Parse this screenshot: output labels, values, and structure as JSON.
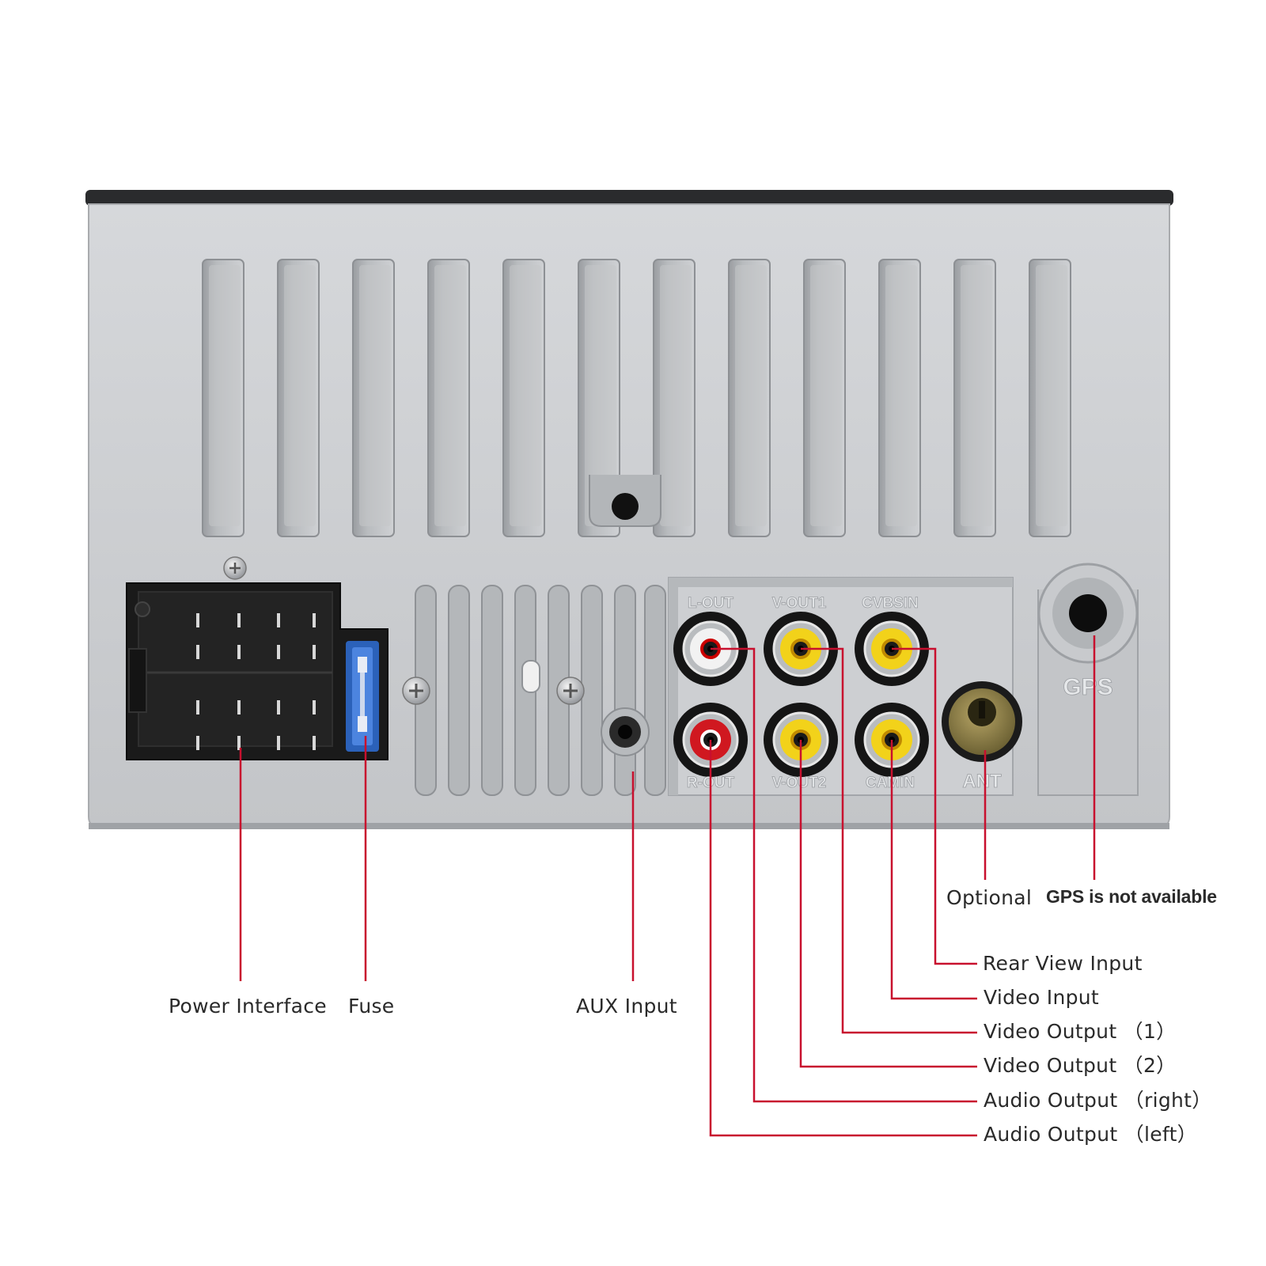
{
  "panel_markings": {
    "l_out": "L-OUT",
    "v_out1": "V-OUT1",
    "cvbs_in": "CVBSIN",
    "r_out": "R-OUT",
    "v_out2": "V-OUT2",
    "cam_in": "CAMIN",
    "ant": "ANT",
    "gps": "GPS"
  },
  "callouts": {
    "power_interface": "Power Interface",
    "fuse": "Fuse",
    "aux_input": "AUX Input",
    "optional": "Optional",
    "gps_not_available": "GPS is not available",
    "rear_view_input": "Rear View Input",
    "video_input": "Video Input",
    "video_output_1": "Video Output （1）",
    "video_output_2": "Video Output （2）",
    "audio_output_right": "Audio Output （right）",
    "audio_output_left": "Audio Output （left）"
  },
  "colors": {
    "leader_line": "#c8102e",
    "panel_silver": "#c9cbce",
    "connector_black": "#1a1a1a",
    "fuse_blue": "#2f6fd6",
    "rca_white": "#f2f2f2",
    "rca_red": "#d01820",
    "rca_yellow": "#f2d21a"
  }
}
